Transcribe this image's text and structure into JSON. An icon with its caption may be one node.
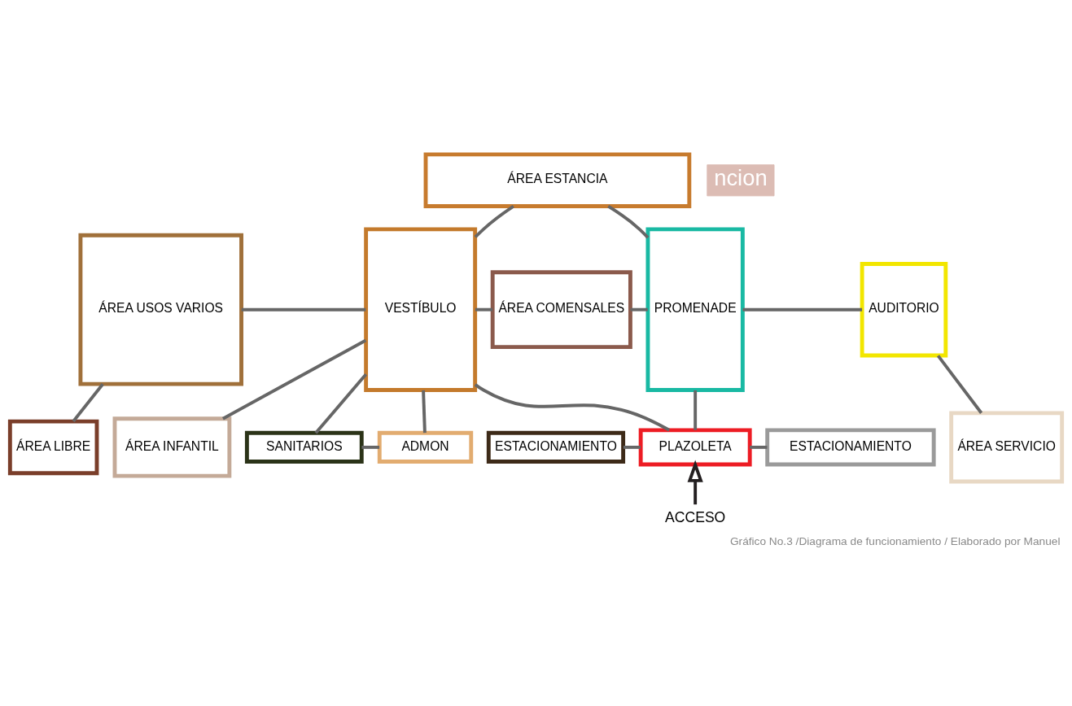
{
  "diagram": {
    "caption": "Gráfico No.3 /Diagrama de funcionamiento / Elaborado por Manuel",
    "nodes": [
      {
        "text": [
          "ÁREA USOS VARIOS"
        ]
      },
      {
        "text": [
          "ÁREA ESTANCIA"
        ]
      },
      {
        "text": [
          "VESTÍBULO"
        ]
      },
      {
        "text": [
          "ÁREA COMENSALES"
        ]
      },
      {
        "text": [
          "PROMENADE"
        ]
      },
      {
        "text": [
          "AUDITORIO"
        ]
      },
      {
        "text": [
          "ÁREA LIBRE"
        ]
      },
      {
        "text": [
          "ÁREA INFANTIL"
        ]
      },
      {
        "text": [
          "SANITARIOS"
        ]
      },
      {
        "text": [
          "ADMON"
        ]
      },
      {
        "text": [
          "ÁREA SERVICIO"
        ]
      },
      {
        "text": [
          "ESTACIONAMIENTO"
        ]
      },
      {
        "text": [
          "PLAZOLETA"
        ]
      },
      {
        "text": [
          "ESTACIONAMIENTO"
        ]
      },
      {
        "text": [
          "ACCESO"
        ]
      },
      {
        "text": [
          "ncion"
        ]
      }
    ],
    "edges": [
      {
        "from": 1,
        "to": 2,
        "arrow": "none"
      },
      {
        "from": 0,
        "to": 2,
        "arrow": "none"
      },
      {
        "from": 2,
        "to": 3,
        "arrow": "none"
      },
      {
        "from": 3,
        "to": 4,
        "arrow": "none"
      },
      {
        "from": 4,
        "to": 5,
        "arrow": "none"
      },
      {
        "from": 1,
        "to": 4,
        "arrow": "none"
      },
      {
        "from": 0,
        "to": 6,
        "arrow": "none"
      },
      {
        "from": 7,
        "to": 2,
        "arrow": "none"
      },
      {
        "from": 2,
        "to": 8,
        "arrow": "none"
      },
      {
        "from": 8,
        "to": 9,
        "arrow": "none"
      },
      {
        "from": 2,
        "to": 9,
        "arrow": "none"
      },
      {
        "from": 5,
        "to": 10,
        "arrow": "none"
      },
      {
        "from": 2,
        "to": 12,
        "arrow": "none"
      },
      {
        "from": 4,
        "to": 12,
        "arrow": "none"
      },
      {
        "from": 11,
        "to": 12,
        "arrow": "none"
      },
      {
        "from": 12,
        "to": 13,
        "arrow": "none"
      },
      {
        "from": 14,
        "to": 12,
        "arrow": "to",
        "color": "#231f20"
      }
    ]
  }
}
